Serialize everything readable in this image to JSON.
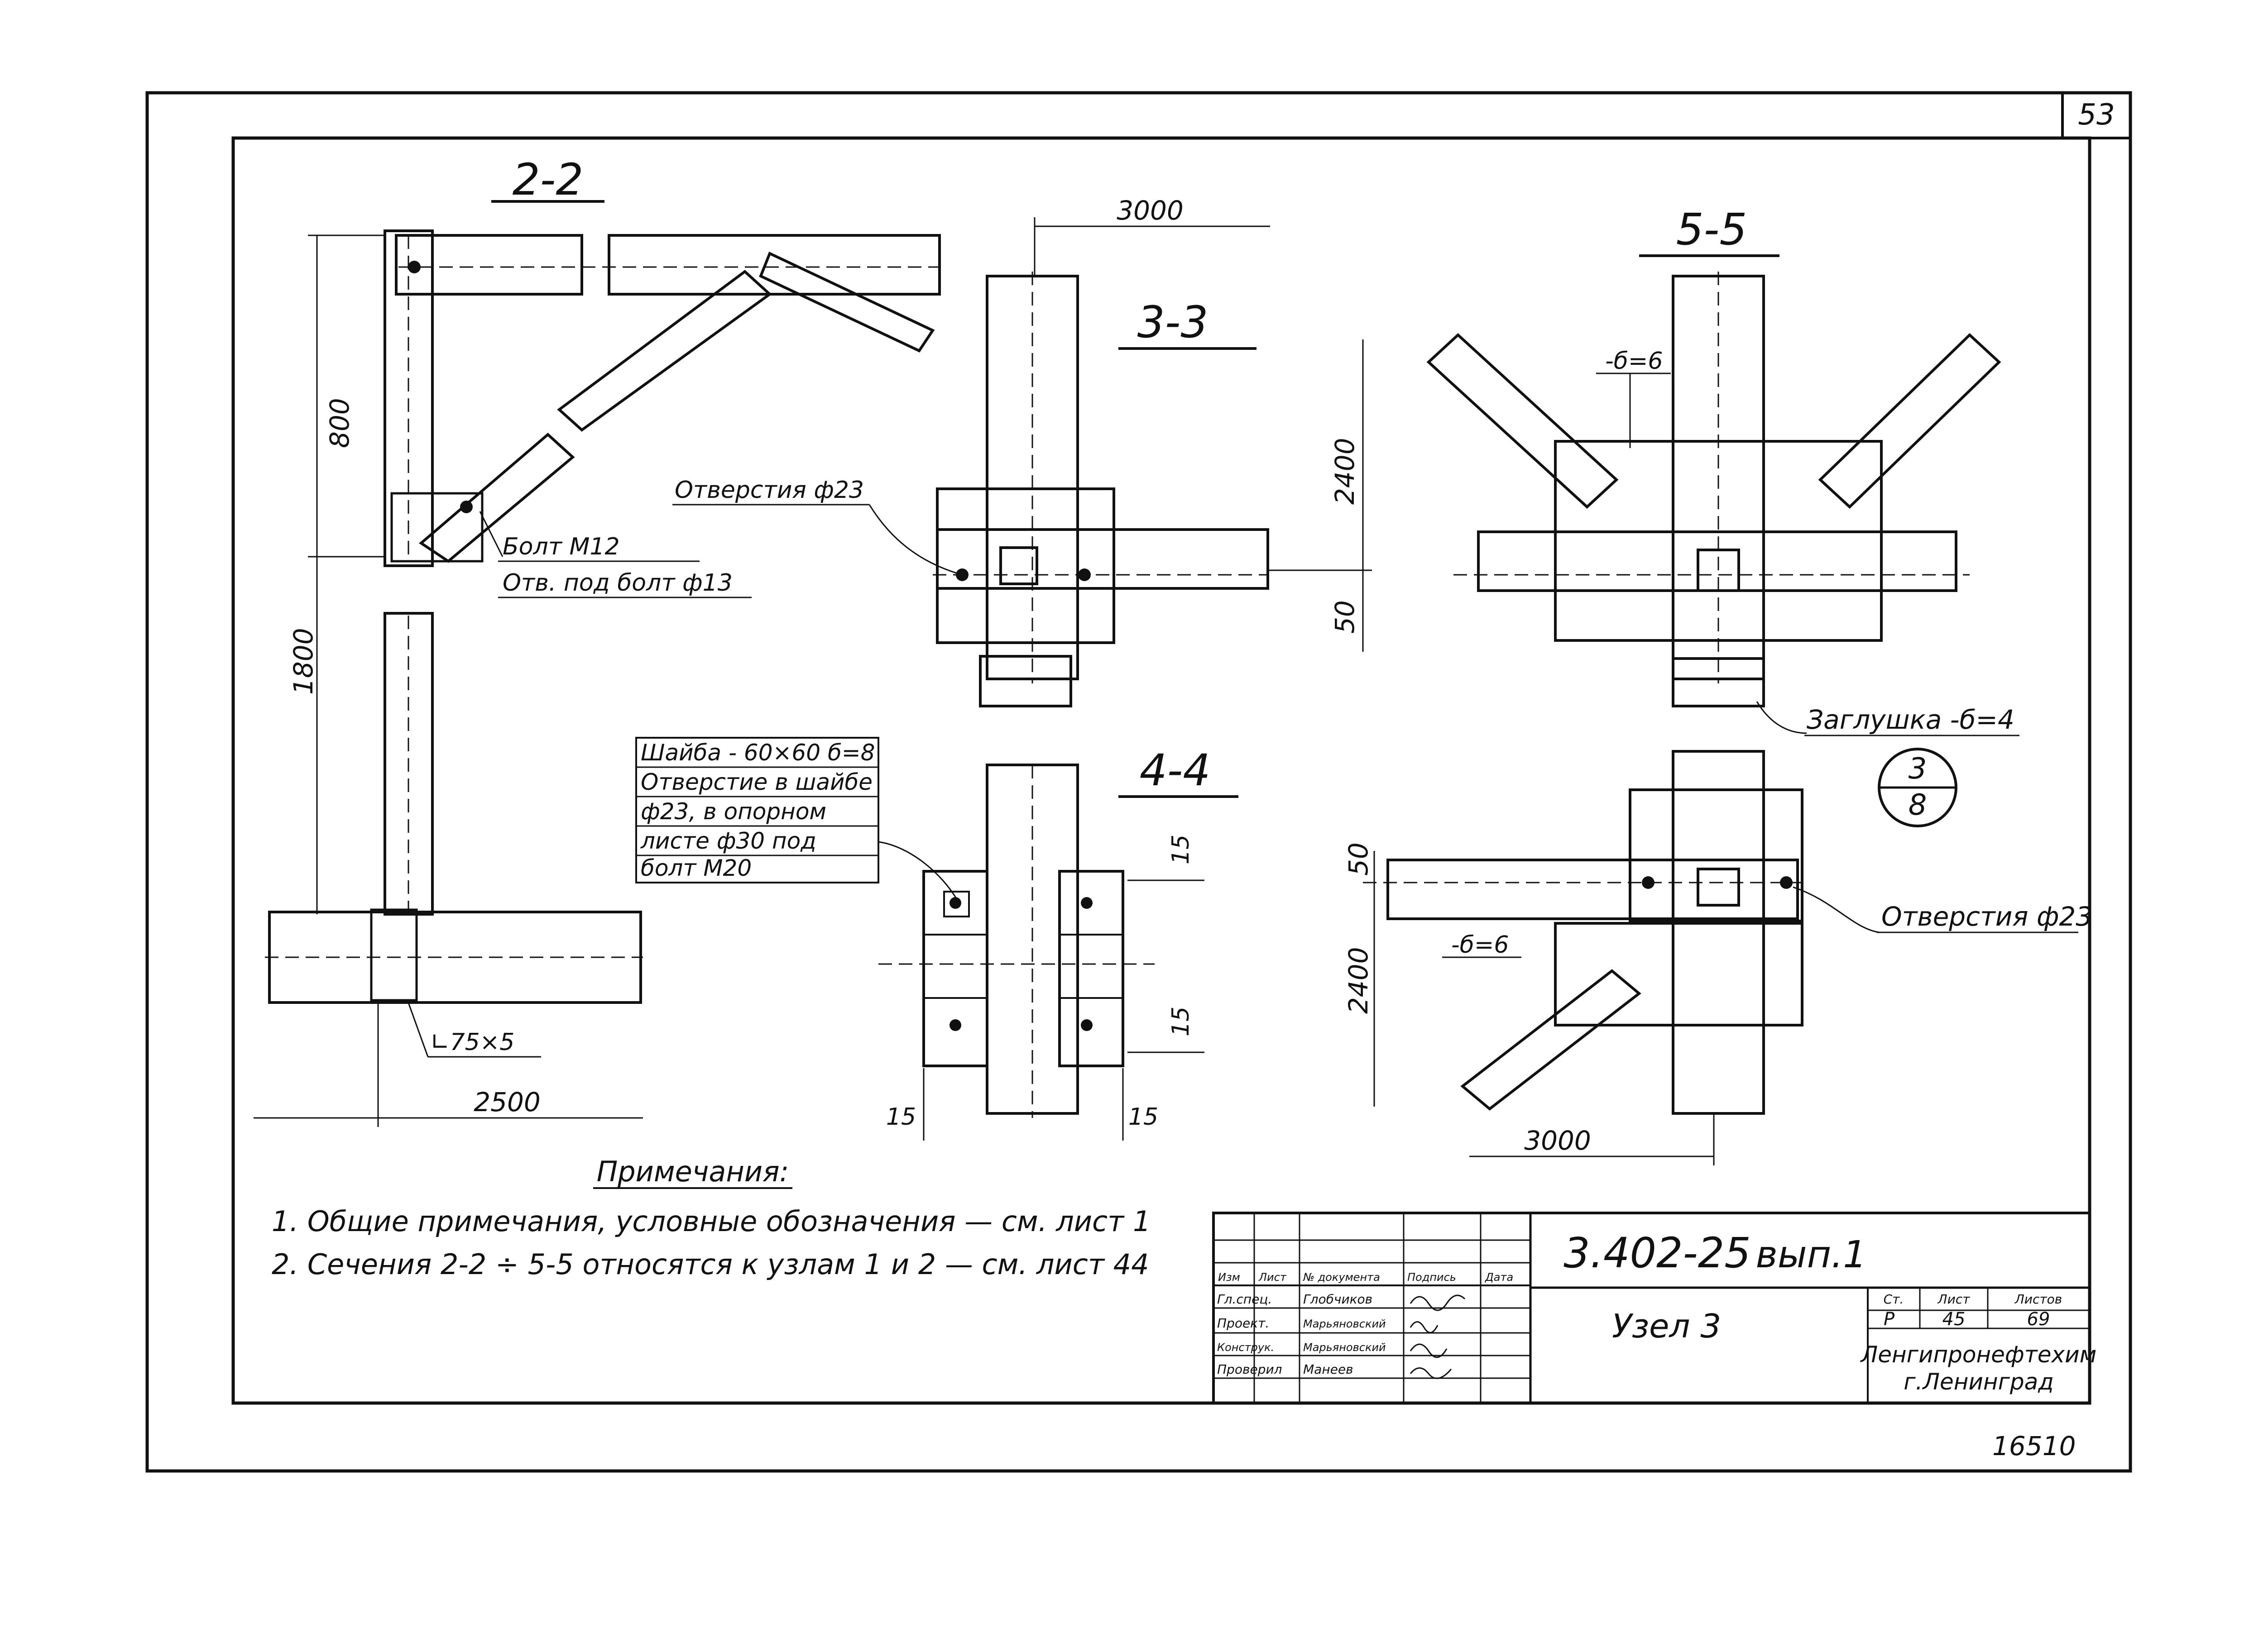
{
  "sheet": {
    "page_number": "53",
    "archive_number": "16510",
    "stamp_code": "3.402-25",
    "stamp_issue": "вып.1",
    "stamp_title": "Узел 3",
    "organization": "Ленгипронефтехим",
    "city": "г.Ленинград",
    "stage_header": "Ст.",
    "sheet_header": "Лист",
    "sheets_header": "Листов",
    "stage": "Р",
    "sheet_no": "45",
    "sheets_total": "69",
    "stamp_header": [
      "Изм",
      "Лист",
      "№ документа",
      "Подпись",
      "Дата"
    ],
    "stamp_rows": [
      {
        "role": "Гл.спец.",
        "name": "Глобчиков"
      },
      {
        "role": "Проект.",
        "name": "Марьяновский"
      },
      {
        "role": "Конструк.",
        "name": "Марьяновский"
      },
      {
        "role": "Проверил",
        "name": "Манеев"
      }
    ]
  },
  "sections": {
    "s22": {
      "title": "2-2",
      "dim_800": "800",
      "dim_1800": "1800",
      "dim_2500": "2500",
      "angle_label": "∟75×5",
      "bolt_label": "Болт М12",
      "hole_label": "Отв. под болт ф13"
    },
    "s33": {
      "title": "3-3",
      "dim_3000": "3000",
      "dim_2400": "2400",
      "dim_50": "50",
      "holes_label": "Отверстия ф23"
    },
    "s44": {
      "title": "4-4",
      "washer_lines": [
        "Шайба - 60×60 б=8",
        "Отверстие в шайбе",
        "ф23, в опорном",
        "листе ф30 под",
        "болт М20"
      ],
      "dim_15": "15"
    },
    "s55": {
      "title": "5-5",
      "plate_label": "-б=6",
      "plug_label": "Заглушка -б=4",
      "dim_2400": "2400",
      "dim_50": "50",
      "dim_3000": "3000",
      "holes_label": "Отверстия ф23",
      "ref_top": "3",
      "ref_bottom": "8"
    }
  },
  "notes": {
    "heading": "Примечания:",
    "items": [
      "1. Общие примечания, условные обозначения — см. лист 1",
      "2. Сечения 2-2 ÷ 5-5 относятся к узлам 1 и 2 — см. лист 44"
    ]
  }
}
